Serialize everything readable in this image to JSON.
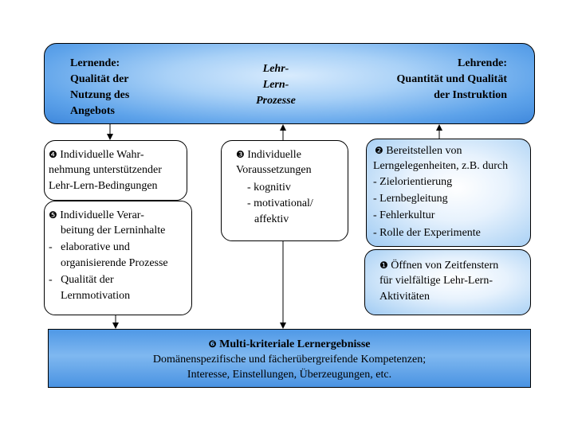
{
  "top": {
    "left": [
      "Lernende:",
      "Qualität der",
      "Nutzung des",
      "Angebots"
    ],
    "center": [
      "Lehr-",
      "Lern-",
      "Prozesse"
    ],
    "right": [
      "Lehrende:",
      "Quantität und Qualität",
      "der Instruktion"
    ]
  },
  "box4": {
    "num": "❹",
    "lines": [
      "Individuelle Wahr-",
      "nehmung unterstützender",
      "Lehr-Lern-Bedingungen"
    ]
  },
  "box5": {
    "num": "❺",
    "lines": [
      "Individuelle Verar-",
      "beitung der Lerninhalte",
      "-   elaborative und",
      "organisierende Prozesse",
      "-   Qualität der",
      "Lernmotivation"
    ]
  },
  "box3": {
    "num": "❸",
    "lines": [
      "Individuelle",
      "Voraussetzungen",
      "- kognitiv",
      "- motivational/",
      "affektiv"
    ]
  },
  "box2": {
    "num": "❷",
    "lines": [
      "Bereitstellen von",
      "Lerngelegenheiten, z.B. durch",
      "- Zielorientierung",
      "- Lernbegleitung",
      "- Fehlerkultur",
      "- Rolle der Experimente"
    ]
  },
  "box1": {
    "num": "❶",
    "lines": [
      "Öffnen von Zeitfenstern",
      "für vielfältige Lehr-Lern-",
      "Aktivitäten"
    ]
  },
  "bottom": {
    "num": "❻",
    "title": "Multi-kriteriale Lernergebnisse",
    "lines": [
      "Domänenspezifische und fächerübergreifende Kompetenzen;",
      "Interesse, Einstellungen, Überzeugungen, etc."
    ]
  },
  "colors": {
    "dark_blue": "#3f88dc",
    "light_blue": "#a9d1f7",
    "border": "#000000"
  }
}
